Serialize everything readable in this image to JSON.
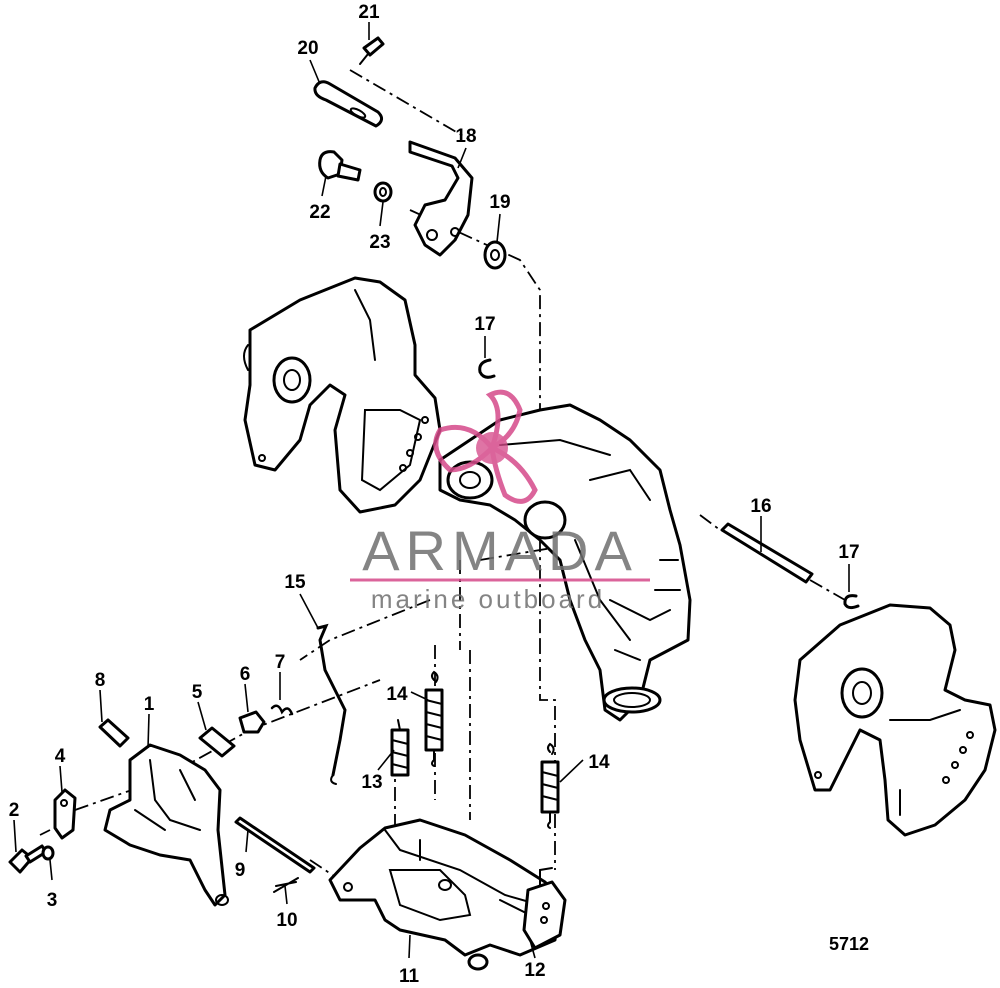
{
  "diagram": {
    "reference_number": "5712",
    "callouts": [
      "1",
      "2",
      "3",
      "4",
      "5",
      "6",
      "7",
      "8",
      "9",
      "10",
      "11",
      "12",
      "13",
      "14",
      "14",
      "15",
      "16",
      "17",
      "17",
      "18",
      "19",
      "20",
      "21",
      "22",
      "23"
    ]
  },
  "watermark": {
    "brand": "ARMADA",
    "tagline": "marine outboard",
    "color": "#d54a8a"
  }
}
